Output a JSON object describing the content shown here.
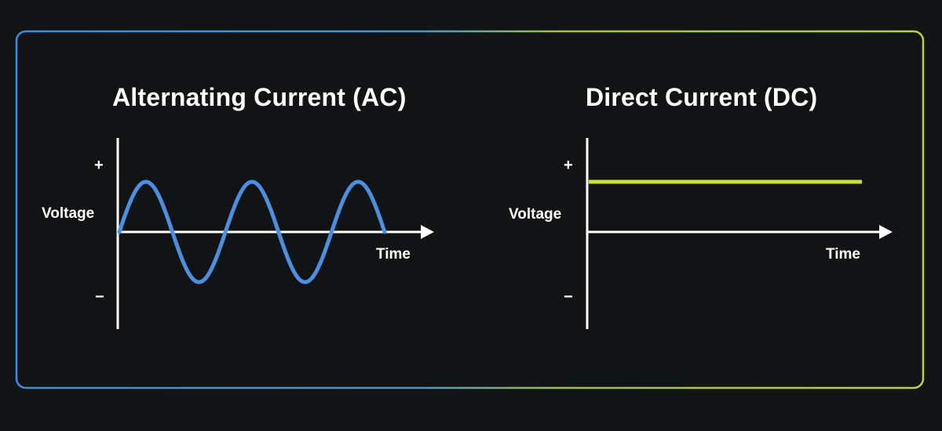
{
  "colors": {
    "background": "#111315",
    "frame_left": "#3a8fe0",
    "frame_right": "#b8d63a",
    "ac_wave": "#4a90e2",
    "dc_line": "#c6e23a",
    "axis": "#ffffff"
  },
  "ac_panel": {
    "title": "Alternating Current (AC)",
    "plus_sign": "+",
    "minus_sign": "−",
    "y_label": "Voltage",
    "x_label": "Time"
  },
  "dc_panel": {
    "title": "Direct Current (DC)",
    "plus_sign": "+",
    "minus_sign": "−",
    "y_label": "Voltage",
    "x_label": "Time"
  },
  "chart_data": [
    {
      "type": "line",
      "title": "Alternating Current (AC)",
      "xlabel": "Time",
      "ylabel": "Voltage",
      "waveform": "sine",
      "cycles": 2.5,
      "series": [
        {
          "values": [
            0,
            1,
            0,
            -1,
            0,
            1,
            0,
            -1,
            0,
            1,
            0
          ]
        }
      ]
    },
    {
      "type": "line",
      "title": "Direct Current (DC)",
      "xlabel": "Time",
      "ylabel": "Voltage",
      "waveform": "constant",
      "series": [
        {
          "values": [
            1,
            1
          ]
        }
      ]
    }
  ]
}
